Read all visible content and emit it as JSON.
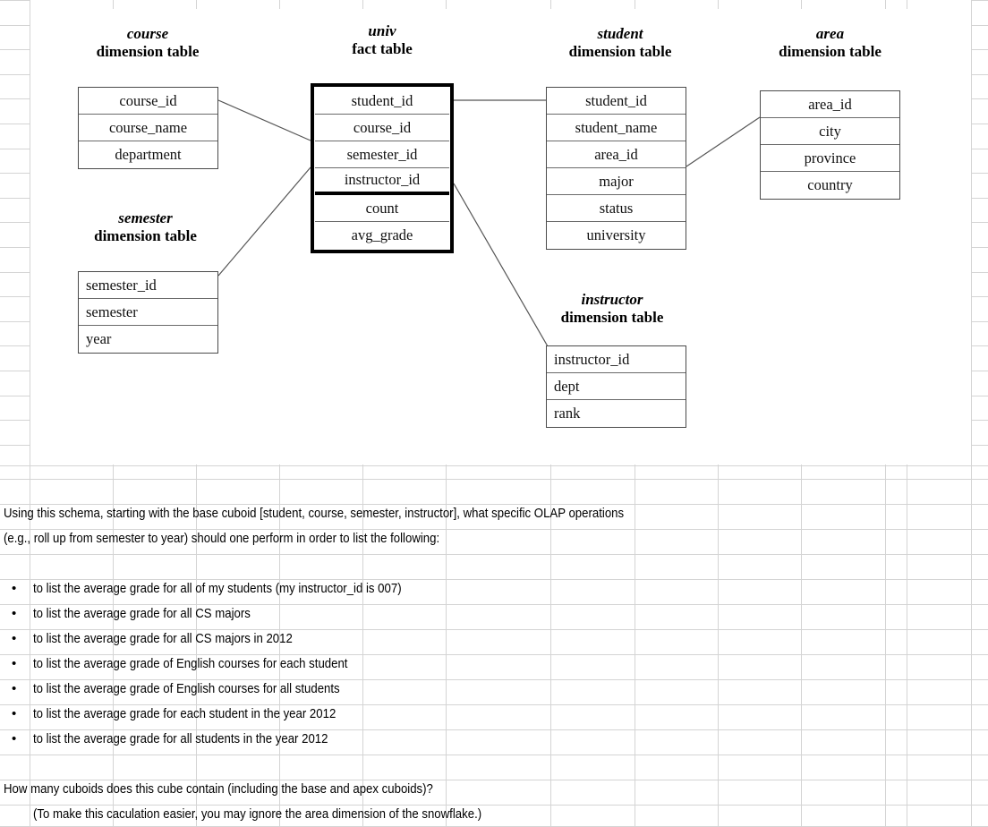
{
  "diagram": {
    "title_suffix": "dimension table",
    "tables": [
      {
        "key": "course",
        "name": "course",
        "subtitle": "dimension table",
        "kind": "dimension",
        "fields": [
          "course_id",
          "course_name",
          "department"
        ]
      },
      {
        "key": "univ",
        "name": "univ",
        "subtitle": "fact table",
        "kind": "fact",
        "fields": [
          "student_id",
          "course_id",
          "semester_id",
          "instructor_id",
          "count",
          "avg_grade"
        ],
        "measure_split_after": "instructor_id",
        "measures": [
          "count",
          "avg_grade"
        ]
      },
      {
        "key": "student",
        "name": "student",
        "subtitle": "dimension table",
        "kind": "dimension",
        "fields": [
          "student_id",
          "student_name",
          "area_id",
          "major",
          "status",
          "university"
        ]
      },
      {
        "key": "area",
        "name": "area",
        "subtitle": "dimension table",
        "kind": "dimension",
        "fields": [
          "area_id",
          "city",
          "province",
          "country"
        ]
      },
      {
        "key": "semester",
        "name": "semester",
        "subtitle": "dimension table",
        "kind": "dimension",
        "fields": [
          "semester_id",
          "semester",
          "year"
        ]
      },
      {
        "key": "instructor",
        "name": "instructor",
        "subtitle": "dimension table",
        "kind": "dimension",
        "fields": [
          "instructor_id",
          "dept",
          "rank"
        ]
      }
    ],
    "links": [
      {
        "from": "course",
        "to": "univ"
      },
      {
        "from": "semester",
        "to": "univ"
      },
      {
        "from": "univ",
        "to": "student"
      },
      {
        "from": "student",
        "to": "area"
      },
      {
        "from": "univ",
        "to": "instructor"
      }
    ]
  },
  "question": {
    "intro_line1": "Using this schema, starting with the base cuboid [student, course, semester, instructor], what specific OLAP operations",
    "intro_line2": "(e.g., roll up from semester to year) should one perform in order to list the following:",
    "bullet_marker": "•",
    "bullets": [
      "to list the average grade for all of my students (my instructor_id is 007)",
      "to list the average grade for all CS majors",
      "to list the average grade for all CS majors in 2012",
      "to list the average grade of English courses for each student",
      "to list the average grade of English courses for all students",
      "to list the average grade for each student in the year 2012",
      "to list the average grade for all students in the year 2012"
    ],
    "closing_line1": "How many cuboids does this cube contain (including the base and apex cuboids)?",
    "closing_line2": "(To make this caculation easier, you may ignore the area dimension of the snowflake.)"
  },
  "colors": {
    "grid_line": "#d4d4d4",
    "table_border": "#4a4a4a",
    "fact_border": "#000000",
    "connector": "#555555",
    "text": "#000000",
    "background": "#ffffff"
  }
}
